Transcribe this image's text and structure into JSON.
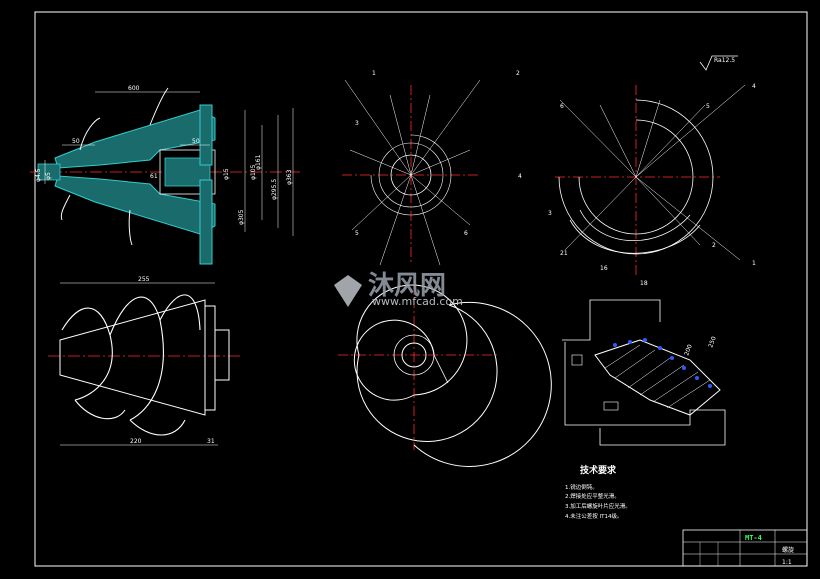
{
  "colors": {
    "background": "#000000",
    "lines": "#ffffff",
    "section_hatch": "#33cccc",
    "center_lines": "#ff2a2a",
    "part_number": "#33ff66",
    "dimension_points": "#2a5cff"
  },
  "views": {
    "cone_section": {
      "dims": [
        "600",
        "50",
        "50",
        "61",
        "φ4.5",
        "φ5",
        "φ15",
        "φ305",
        "φ105",
        "φ161",
        "φ295.5",
        "φ363"
      ]
    },
    "helix_side": {
      "dims": [
        "255",
        "220",
        "31"
      ]
    },
    "unfold_top": {
      "labels": [
        "1",
        "2",
        "3",
        "4",
        "5",
        "6"
      ]
    },
    "unfold_right": {
      "labels": [
        "6",
        "5",
        "4",
        "3",
        "2",
        "1",
        "21",
        "18",
        "16"
      ],
      "roughness": "Ra12.5"
    },
    "blade_detail": {
      "dims": [
        "200",
        "250"
      ]
    }
  },
  "watermark": {
    "brand": "沐风网",
    "url": "www.mfcad.com"
  },
  "notes": {
    "title": "技术要求",
    "lines": [
      "1.锐边倒钝。",
      "2.焊接处应平整光滑。",
      "3.加工后螺旋叶片应光滑。",
      "4.未注公差按 IT14级。"
    ]
  },
  "title_block": {
    "part_number": "MT-4",
    "part_name": "螺旋",
    "scale": "1:1"
  }
}
